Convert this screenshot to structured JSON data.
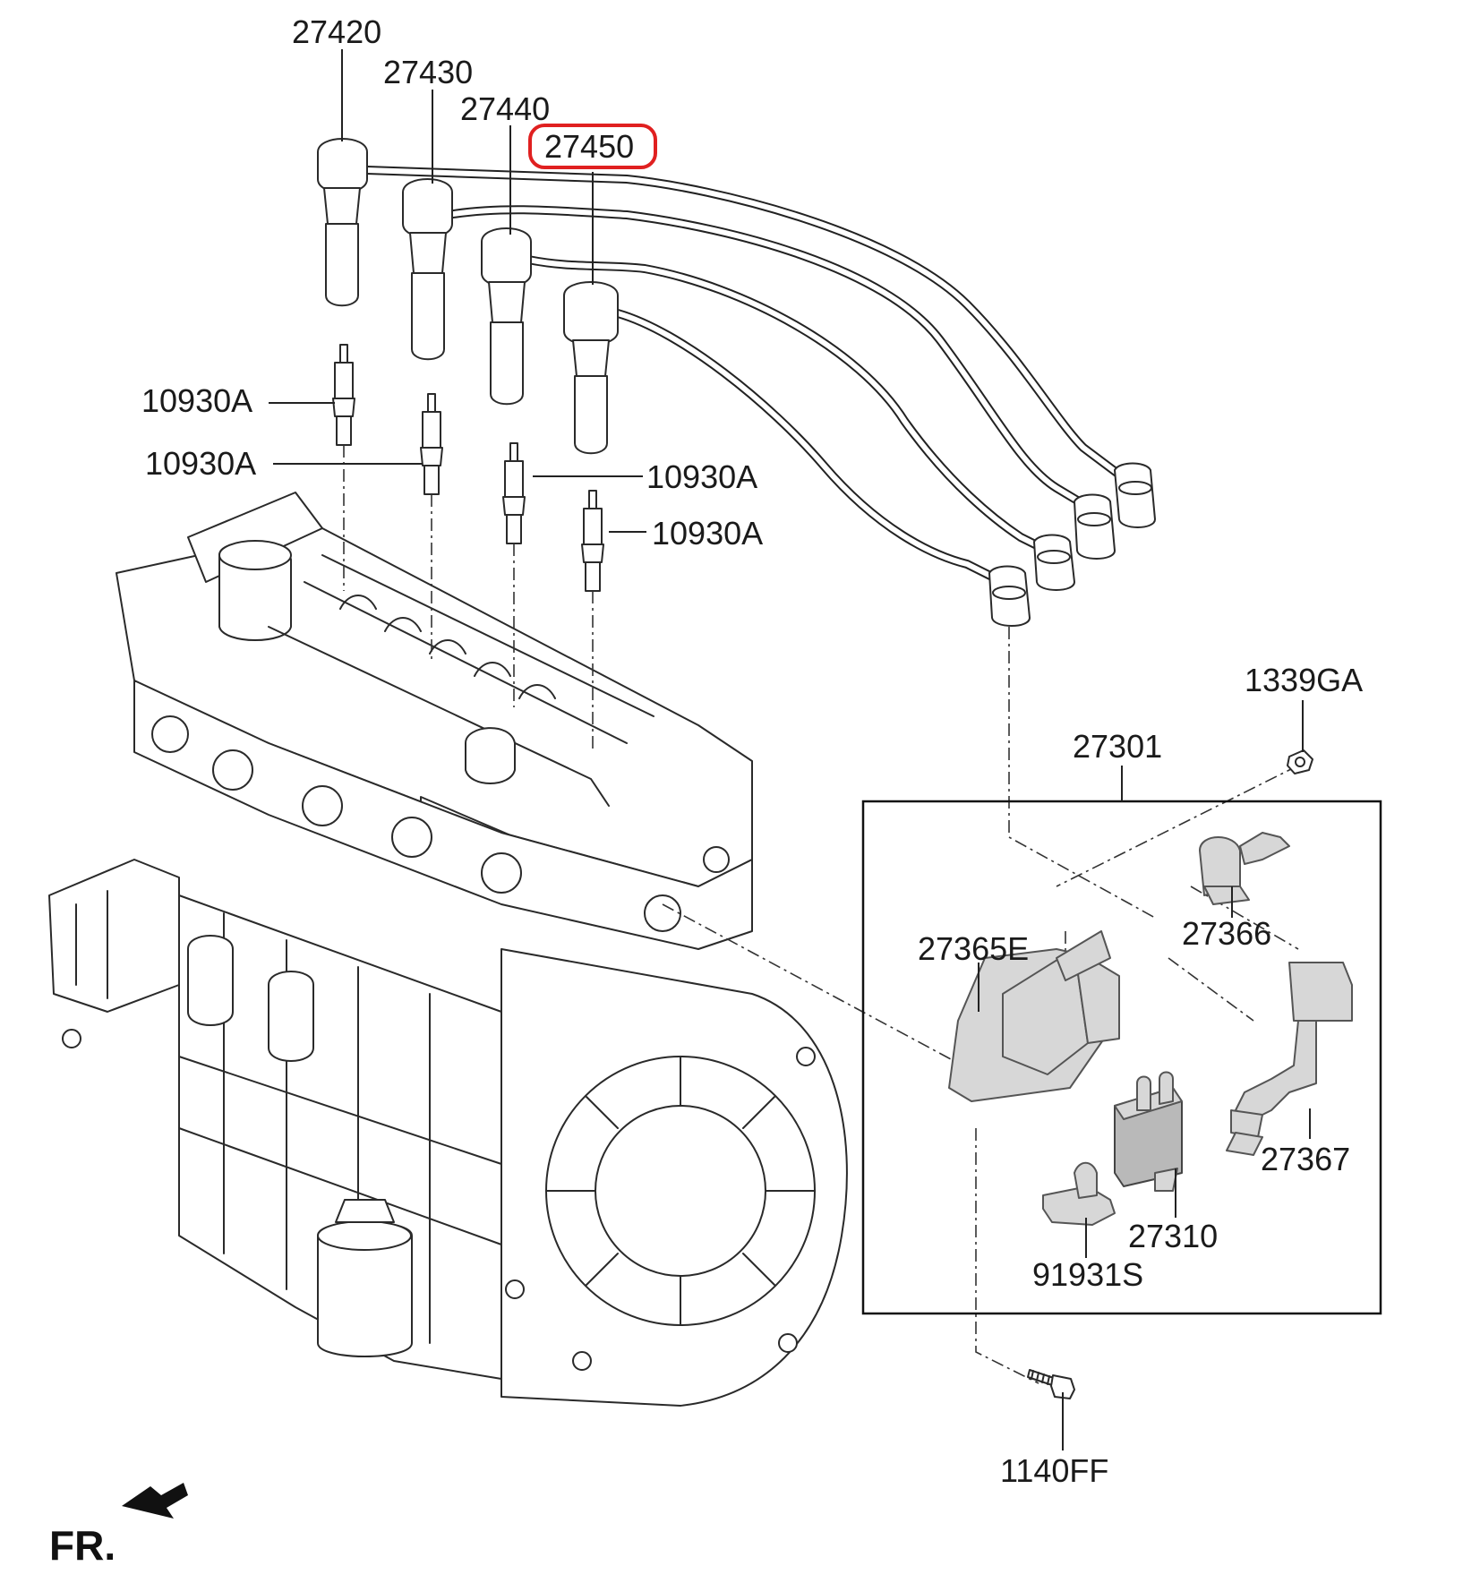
{
  "diagram": {
    "part_labels": {
      "p27420": "27420",
      "p27430": "27430",
      "p27440": "27440",
      "p27450": "27450",
      "plug1": "10930A",
      "plug2": "10930A",
      "plug3": "10930A",
      "plug4": "10930A",
      "p1339GA": "1339GA",
      "p27301": "27301",
      "p27366": "27366",
      "p27365E": "27365E",
      "p27367": "27367",
      "p27310": "27310",
      "p91931S": "91931S",
      "p1140FF": "1140FF"
    },
    "highlighted_part": "27450",
    "highlight_color": "#e02020",
    "front_indicator": "FR."
  }
}
